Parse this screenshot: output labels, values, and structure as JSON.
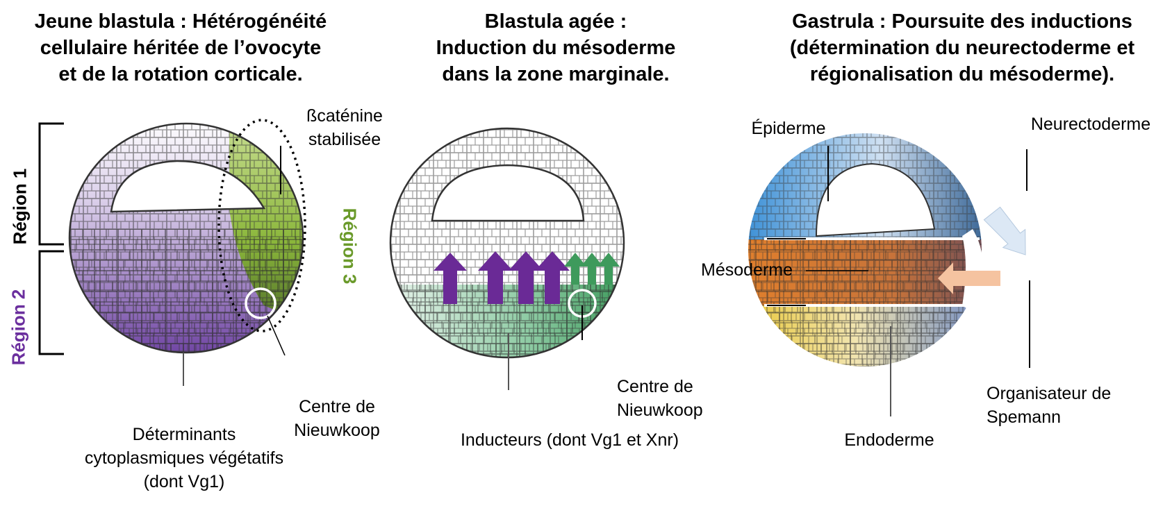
{
  "panels": [
    {
      "title_lines": [
        "Jeune blastula : Hétérogénéité",
        "cellulaire héritée de l’ovocyte",
        "et de la rotation corticale."
      ],
      "regions": [
        {
          "label": "Région 1",
          "color": "#000000"
        },
        {
          "label": "Région 2",
          "color": "#6b2f9e"
        },
        {
          "label": "Région 3",
          "color": "#6a9a2a"
        }
      ],
      "labels": {
        "bcatenin_lines": [
          "ßcaténine",
          "stabilisée"
        ],
        "nieuwkoop_lines": [
          "Centre de",
          "Nieuwkoop"
        ],
        "determinants_lines": [
          "Déterminants",
          "cytoplasmiques végétatifs",
          "(dont Vg1)"
        ]
      }
    },
    {
      "title_lines": [
        "Blastula agée :",
        "Induction du mésoderme",
        "dans la zone marginale."
      ],
      "labels": {
        "nieuwkoop_lines": [
          "Centre de",
          "Nieuwkoop"
        ],
        "inducers": "Inducteurs (dont Vg1 et Xnr)"
      }
    },
    {
      "title_lines": [
        "Gastrula : Poursuite des inductions",
        "(détermination du neurectoderme et",
        "régionalisation du mésoderme)."
      ],
      "labels": {
        "epiderme": "Épiderme",
        "neurectoderme": "Neurectoderme",
        "mesoderme": "Mésoderme",
        "endoderme": "Endoderme",
        "organisateur_lines": [
          "Organisateur de",
          "Spemann"
        ]
      }
    }
  ],
  "colors": {
    "vegetal_purple": "#6b3fa0",
    "bcatenin_green": "#8ab63a",
    "inducer_arrow": "#6a2a96",
    "nieuwkoop_green": "#3e9a5c",
    "epidermis_blue": "#3a8fd6",
    "mesoderm_orange": "#d9782e",
    "endoderm_yellow": "#e9c83a"
  }
}
